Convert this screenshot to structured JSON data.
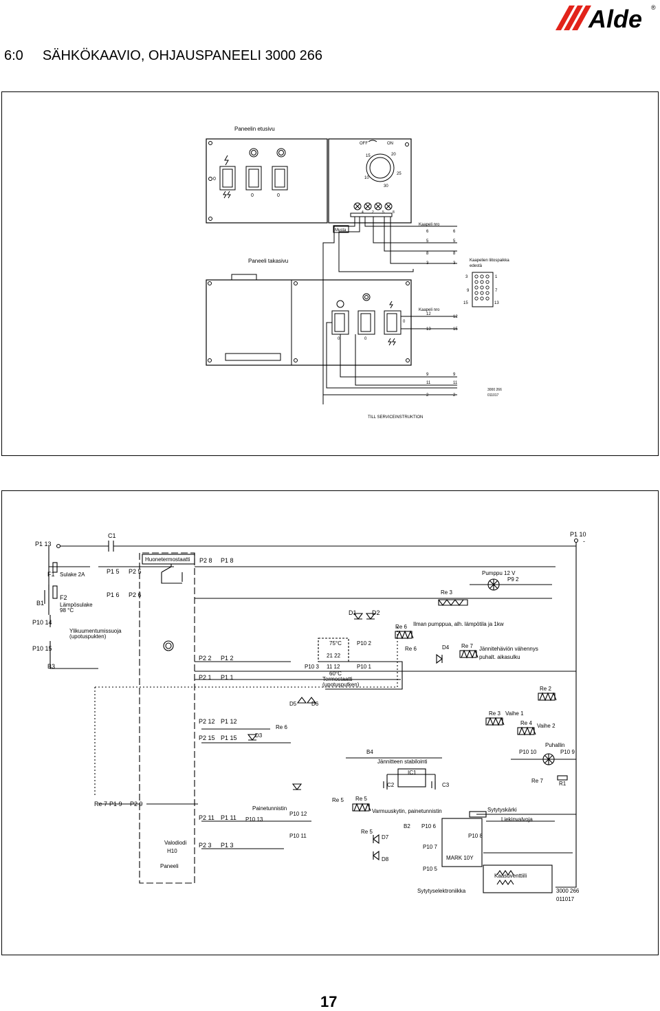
{
  "header": {
    "section": "6:0",
    "title": "SÄHKÖKAAVIO, OHJAUSPANEELI 3000 266",
    "logo_text": "Alde",
    "registered_mark": "®"
  },
  "panel_diagram": {
    "front_title": "Paneelin etusivu",
    "back_title": "Paneeli takasivu",
    "off": "OFF",
    "on": "ON",
    "dial": [
      "15",
      "20",
      "25",
      "10",
      "30"
    ],
    "lamps": [
      "4",
      "2",
      "5",
      "8"
    ],
    "switch_zero": "0",
    "musta": "Musta",
    "cable1": "Kaapeli nro",
    "cable2": "Kaapeli nro",
    "connector_title": "Kaapelien liitospaikka",
    "connector_sub": "edestä",
    "wires_top": [
      "6",
      "5",
      "8",
      "3"
    ],
    "conn_left": [
      "3",
      "9",
      "15"
    ],
    "conn_right": [
      "1",
      "7",
      "13"
    ],
    "wires_mid": [
      "12",
      "13"
    ],
    "wires_mid_right": [
      "12",
      "15"
    ],
    "wires_bottom": [
      "9",
      "11",
      "2"
    ],
    "doc_no": "3000 266",
    "doc_date": "011017",
    "service": "TILL SERVICEINSTRUKTION"
  },
  "schematic": {
    "labels": {
      "p1_13": "P1 13",
      "c1": "C1",
      "p1_10": "P1 10",
      "minus": "-",
      "huonetermostaatti": "Huonetermostaatti",
      "p2_8": "P2 8",
      "p1_8": "P1 8",
      "f1": "F1",
      "sulake": "Sulake 2A",
      "p1_5": "P1 5",
      "p2_5": "P2 5",
      "pumppu": "Pumppu 12 V",
      "p9_2": "P9 2",
      "f2": "F2",
      "lamposulake": "Lämpösulake",
      "t98": "98 °C",
      "b1": "B1",
      "p1_6": "P1 6",
      "p2_6": "P2 6",
      "re3_top": "Re 3",
      "d1": "D1",
      "d2": "D2",
      "re6_a": "Re 6",
      "ilman": "Ilman pumppua, alh. lämpötila ja 1kw",
      "p10_14": "P10 14",
      "ylikuumentumissuoja": "Ylikuumentumissuoja",
      "upotus1": "(upotuspukten)",
      "p10_15": "P10 15",
      "b3": "B3",
      "t75": "75°C",
      "t21_22": "21  22",
      "p10_2": "P10 2",
      "re6_b": "Re 6",
      "d4": "D4",
      "re7_a": "Re 7",
      "jannitehavion": "Jännitehäviön vähennys",
      "puhalt": "puhalt. aikasulku",
      "p2_2": "P2 2",
      "p1_2": "P1 2",
      "p10_3": "P10 3",
      "t11_12": "11   12",
      "p10_1": "P10 1",
      "t60": "60°C",
      "p2_1": "P2 1",
      "p1_1": "P1 1",
      "termostaatti": "Termostaatti",
      "upotus2": "(upotusputken)",
      "re2": "Re 2",
      "d5": "D5",
      "d6": "D6",
      "re3_b": "Re 3",
      "vaihe1": "Vaihe 1",
      "re4": "Re 4",
      "vaihe2": "Vaihe 2",
      "p2_12": "P2 12",
      "p1_12": "P1 12",
      "re6_c": "Re 6",
      "d3": "D3",
      "p2_15": "P2 15",
      "p1_15": "P1 15",
      "puhallin": "Puhallin",
      "p10_10": "P10 10",
      "p10_9": "P10 9",
      "b4": "B4",
      "jannitteen": "Jännitteen stabilointi",
      "ic1": "IC1",
      "c2": "C2",
      "c3": "C3",
      "re7_b": "Re 7",
      "r1": "R1",
      "re7_c": "Re 7",
      "p1_9": "P1 9",
      "p2_9": "P2 9",
      "re5_a": "Re 5",
      "re5_b": "Re 5",
      "painetunnistin": "Painetunnistin",
      "varmuuskytin": "Varmuuskytin, painetunnistin",
      "sytytyskarki": "Sytytyskärki",
      "p2_11": "P2 11",
      "p1_11": "P1 11",
      "p10_12": "P10 12",
      "p10_13": "P10 13",
      "b2": "B2",
      "p10_6": "P10 6",
      "liekinvalvoja": "Liekinvalvoja",
      "p10_11": "P10 11",
      "re5_c": "Re 5",
      "d7": "D7",
      "p10_8": "P10 8",
      "valodiodi": "Valodiodi",
      "h10": "H10",
      "p2_3": "P2 3",
      "p1_3": "P1 3",
      "d8": "D8",
      "p10_7": "P10 7",
      "mark": "MARK 10Y",
      "paneeli": "Paneeli",
      "p10_5": "P10 5",
      "kaasuventtiili": "Kaasuventtiili",
      "sytytyselektroniikka": "Sytytyselektroniikka",
      "doc_no": "3000 266",
      "doc_date": "011017"
    }
  },
  "page_number": "17"
}
